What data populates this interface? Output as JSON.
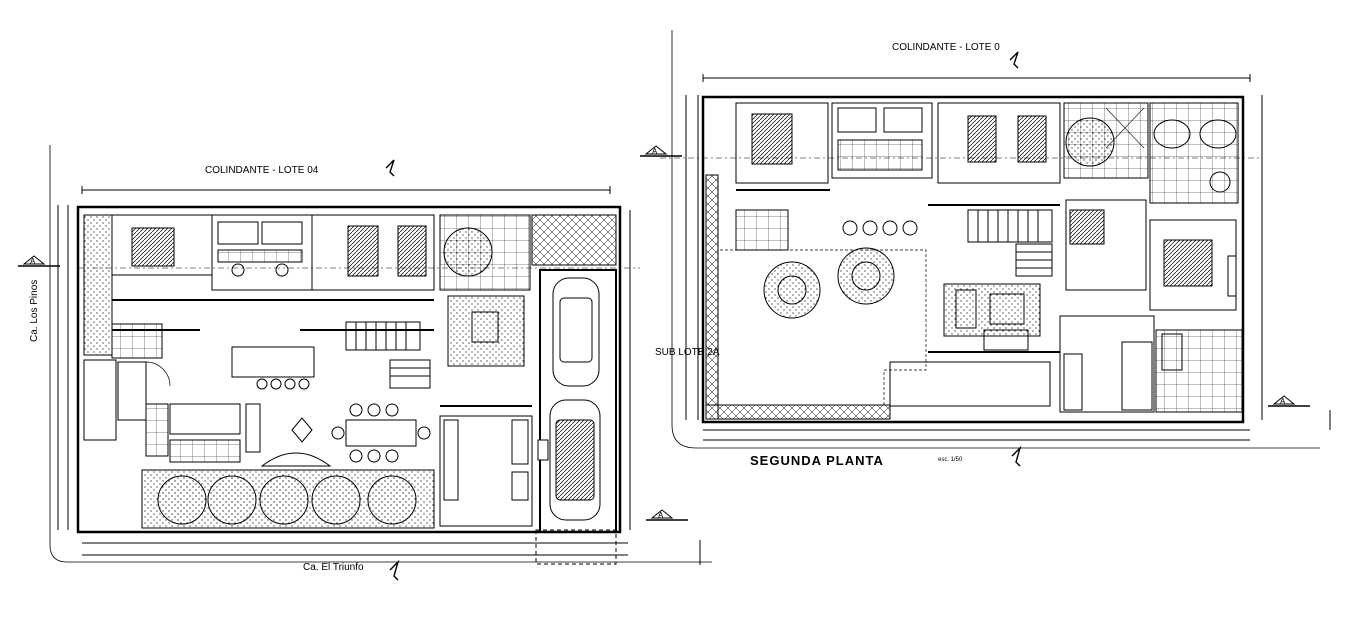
{
  "floor1": {
    "neighbor_label": "COLINDANTE - LOTE 04",
    "left_street": "Ca. Los Pinos",
    "bottom_street": "Ca. El Triunfo",
    "right_neighbor": "SUB LOTE 2A",
    "section_mark": "A"
  },
  "floor2": {
    "neighbor_label": "COLINDANTE - LOTE 0",
    "title": "SEGUNDA PLANTA",
    "scale": "esc. 1/50",
    "section_mark": "A"
  }
}
